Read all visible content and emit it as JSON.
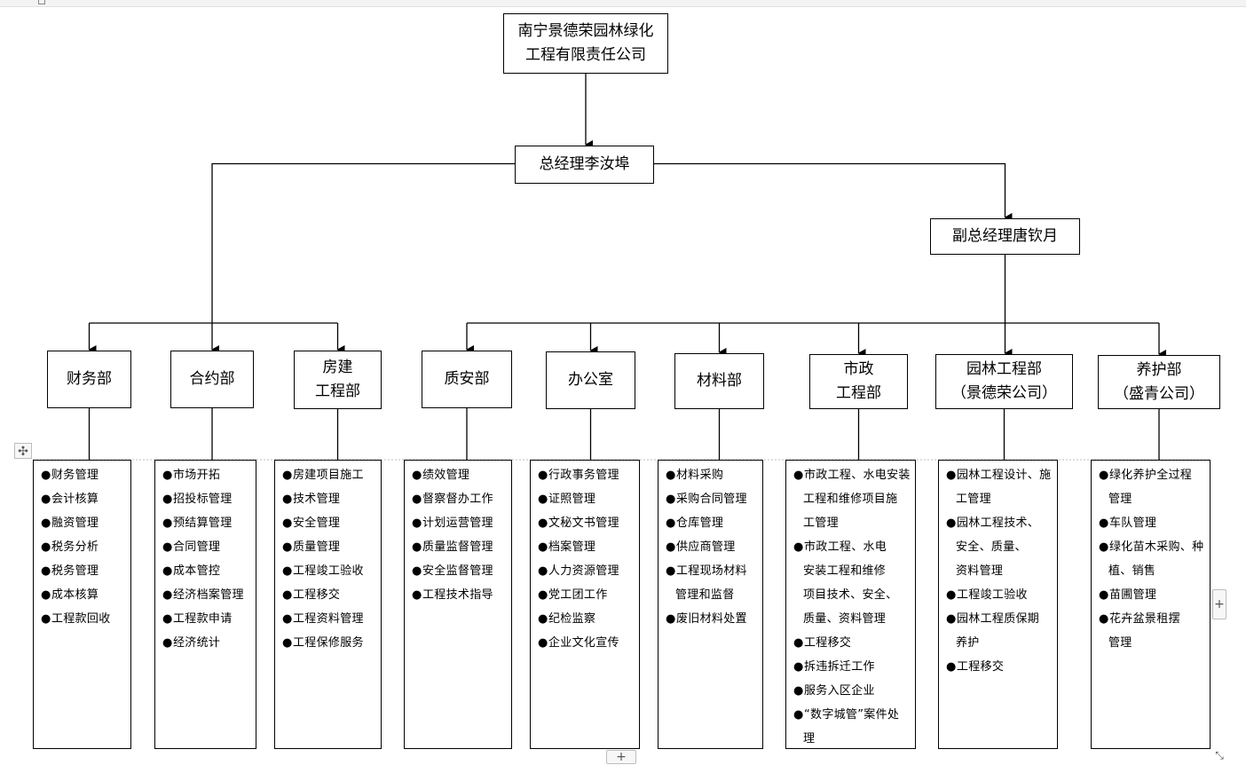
{
  "company": {
    "lines": [
      "南宁景德荣园林绿化",
      "工程有限责任公司"
    ]
  },
  "gm": {
    "lines": [
      "总经理李汝埠"
    ]
  },
  "vgm": {
    "lines": [
      "副总经理唐钦月"
    ]
  },
  "departments": [
    {
      "id": "finance",
      "title": [
        "财务部"
      ],
      "duties": [
        [
          "财务管理"
        ],
        [
          "会计核算"
        ],
        [
          "融资管理"
        ],
        [
          "税务分析"
        ],
        [
          "税务管理"
        ],
        [
          "成本核算"
        ],
        [
          "工程款回收"
        ]
      ]
    },
    {
      "id": "contract",
      "title": [
        "合约部"
      ],
      "duties": [
        [
          "市场开拓"
        ],
        [
          "招投标管理"
        ],
        [
          "预结算管理"
        ],
        [
          "合同管理"
        ],
        [
          "成本管控"
        ],
        [
          "经济档案管理"
        ],
        [
          "工程款申请"
        ],
        [
          "经济统计"
        ]
      ]
    },
    {
      "id": "building",
      "title": [
        "房建",
        "工程部"
      ],
      "duties": [
        [
          "房建项目施工"
        ],
        [
          "技术管理"
        ],
        [
          "安全管理"
        ],
        [
          "质量管理"
        ],
        [
          "工程竣工验收"
        ],
        [
          "工程移交"
        ],
        [
          "工程资料管理"
        ],
        [
          "工程保修服务"
        ]
      ]
    },
    {
      "id": "quality-safety",
      "title": [
        "质安部"
      ],
      "duties": [
        [
          "绩效管理"
        ],
        [
          "督察督办工作"
        ],
        [
          "计划运营管理"
        ],
        [
          "质量监督管理"
        ],
        [
          "安全监督管理"
        ],
        [
          "工程技术指导"
        ]
      ]
    },
    {
      "id": "office",
      "title": [
        "办公室"
      ],
      "duties": [
        [
          "行政事务管理"
        ],
        [
          "证照管理"
        ],
        [
          "文秘文书管理"
        ],
        [
          "档案管理"
        ],
        [
          "人力资源管理"
        ],
        [
          "党工团工作"
        ],
        [
          "纪检监察"
        ],
        [
          "企业文化宣传"
        ]
      ]
    },
    {
      "id": "materials",
      "title": [
        "材料部"
      ],
      "duties": [
        [
          "材料采购"
        ],
        [
          "采购合同管理"
        ],
        [
          "仓库管理"
        ],
        [
          "供应商管理"
        ],
        [
          "工程现场材料",
          "管理和监督"
        ],
        [
          "废旧材料处置"
        ]
      ]
    },
    {
      "id": "municipal",
      "title": [
        "市政",
        "工程部"
      ],
      "duties": [
        [
          "市政工程、水电安装",
          "工程和维修项目施",
          "工管理"
        ],
        [
          "市政工程、水电",
          "安装工程和维修",
          "项目技术、安全、",
          "质量、资料管理"
        ],
        [
          "工程移交"
        ],
        [
          "拆违拆迁工作"
        ],
        [
          "服务入区企业"
        ],
        [
          "“数字城管”案件处",
          "理"
        ]
      ]
    },
    {
      "id": "landscape",
      "title": [
        "园林工程部",
        "（景德荣公司）"
      ],
      "duties": [
        [
          "园林工程设计、施",
          "工管理"
        ],
        [
          "园林工程技术、",
          "安全、质量、",
          "资料管理"
        ],
        [
          "工程竣工验收"
        ],
        [
          "园林工程质保期",
          "养护"
        ],
        [
          "工程移交"
        ]
      ]
    },
    {
      "id": "maintenance",
      "title": [
        "养护部",
        "（盛青公司）"
      ],
      "duties": [
        [
          "绿化养护全过程",
          "管理"
        ],
        [
          "车队管理"
        ],
        [
          "绿化苗木采购、种",
          "植、销售"
        ],
        [
          "苗圃管理"
        ],
        [
          "花卉盆景租摆",
          "管理"
        ]
      ]
    }
  ],
  "bullet": "●",
  "ui": {
    "move_icon": "move-icon",
    "add_icon": "plus-icon",
    "resize_icon": "resize-icon",
    "move_glyph": "✣",
    "add_glyph": "+",
    "resize_glyph": "⤡"
  }
}
